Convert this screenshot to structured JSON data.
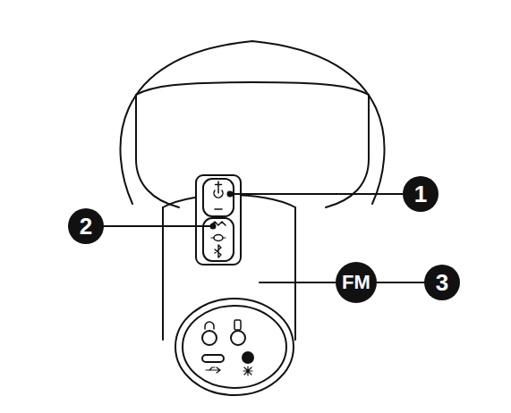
{
  "diagram": {
    "labels": [
      "1",
      "2",
      "FM",
      "3"
    ]
  }
}
